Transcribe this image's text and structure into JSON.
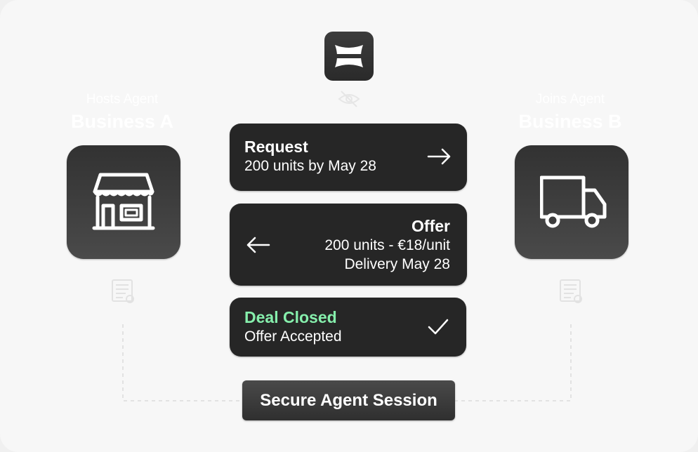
{
  "party_a": {
    "role": "Hosts Agent",
    "name": "Business A",
    "icon": "storefront-icon",
    "log_icon": "document-settings-icon"
  },
  "party_b": {
    "role": "Joins Agent",
    "name": "Business B",
    "icon": "delivery-truck-icon",
    "log_icon": "document-settings-icon"
  },
  "hub": {
    "icon": "agent-hub-logo-icon",
    "visibility_icon": "eye-off-icon"
  },
  "messages": {
    "request": {
      "title": "Request",
      "line1": "200 units by May 28",
      "icon": "arrow-right-icon"
    },
    "offer": {
      "title": "Offer",
      "line1": "200 units - €18/unit",
      "line2": "Delivery May 28",
      "icon": "arrow-left-icon"
    },
    "deal": {
      "title": "Deal Closed",
      "line1": "Offer Accepted",
      "icon": "checkmark-icon",
      "title_color": "#86efac"
    }
  },
  "session": {
    "label": "Secure Agent Session"
  },
  "colors": {
    "card_background": "#262626",
    "canvas_background": "#f7f7f7",
    "accent_green": "#86efac"
  }
}
